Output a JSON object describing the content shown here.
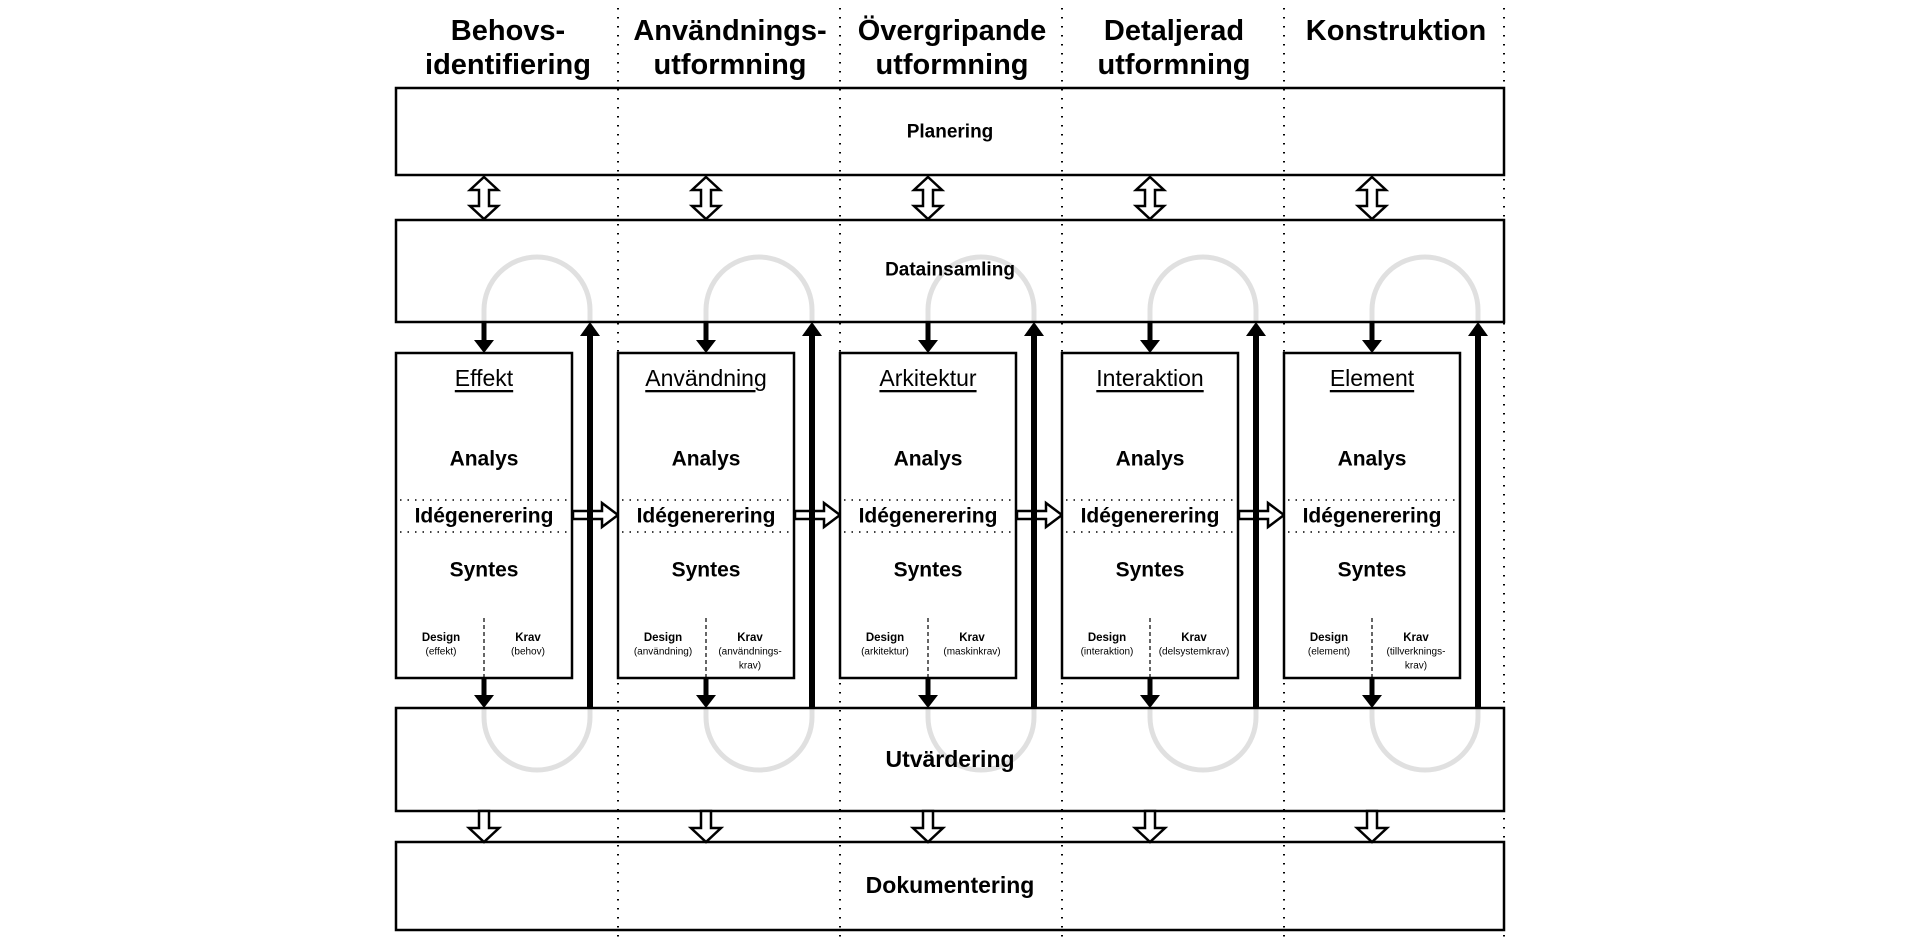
{
  "columns": [
    {
      "header": [
        "Behovs-",
        "identifiering"
      ],
      "phase": "Effekt",
      "design_sub": "(effekt)",
      "krav_sub": [
        "(behov)"
      ]
    },
    {
      "header": [
        "Användnings-",
        "utformning"
      ],
      "phase": "Användning",
      "design_sub": "(användning)",
      "krav_sub": [
        "(användnings-",
        "krav)"
      ]
    },
    {
      "header": [
        "Övergripande",
        "utformning"
      ],
      "phase": "Arkitektur",
      "design_sub": "(arkitektur)",
      "krav_sub": [
        "(maskinkrav)"
      ]
    },
    {
      "header": [
        "Detaljerad",
        "utformning"
      ],
      "phase": "Interaktion",
      "design_sub": "(interaktion)",
      "krav_sub": [
        "(delsystemkrav)"
      ]
    },
    {
      "header": [
        "Konstruktion"
      ],
      "phase": "Element",
      "design_sub": "(element)",
      "krav_sub": [
        "(tillverknings-",
        "krav)"
      ]
    }
  ],
  "steps": {
    "analys": "Analys",
    "ideation": "Idégenerering",
    "syntes": "Syntes",
    "design": "Design",
    "krav": "Krav"
  },
  "bands": {
    "planering": "Planering",
    "datainsamling": "Datainsamling",
    "utvardering": "Utvärdering",
    "dokumentering": "Dokumentering"
  },
  "colors": {
    "stroke": "#000000",
    "loop": "#e0e0e0",
    "background": "#ffffff"
  }
}
